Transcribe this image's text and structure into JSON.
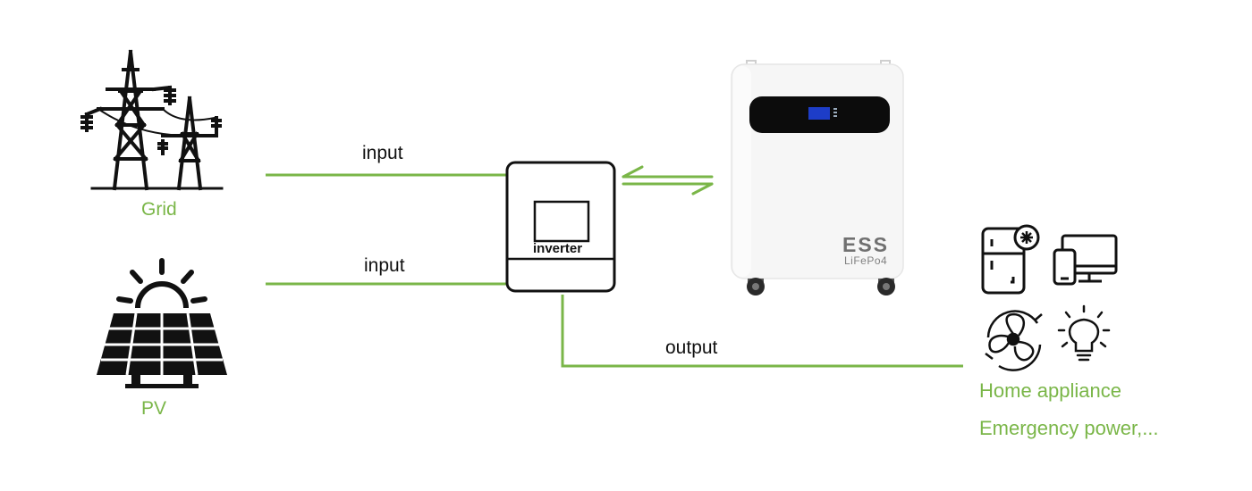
{
  "colors": {
    "accent_green": "#7ab648",
    "line_green": "#7ab648",
    "icon_black": "#111111"
  },
  "diagram": {
    "grid_label": "Grid",
    "pv_label": "PV",
    "input_label_top": "input",
    "input_label_bottom": "input",
    "output_label": "output",
    "inverter_label": "inverter",
    "ess_brand": "ESS",
    "ess_model": "LiFePo4",
    "home_appliance_label": "Home appliance",
    "emergency_label": "Emergency power,..."
  },
  "icons": {
    "grid": "power-tower-icon",
    "pv": "solar-panel-icon",
    "fridge": "refrigerator-icon",
    "devices": "monitor-phone-icon",
    "fan": "fan-icon",
    "bulb": "light-bulb-icon"
  }
}
